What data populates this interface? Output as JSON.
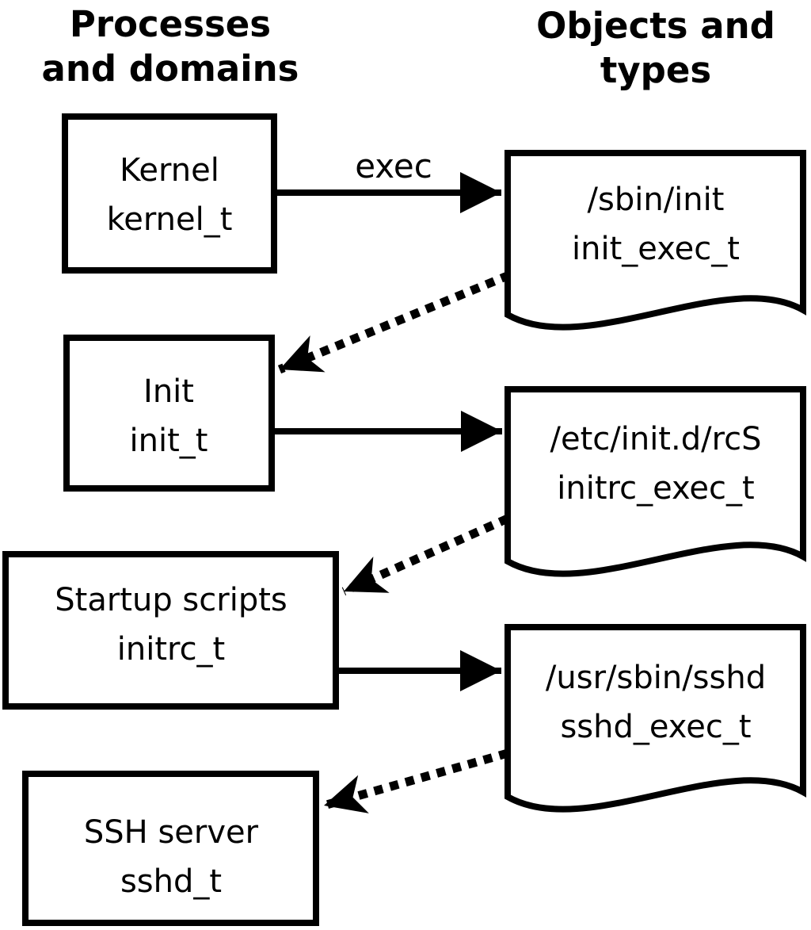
{
  "columns": {
    "left": {
      "title_line1": "Processes",
      "title_line2": "and domains"
    },
    "right": {
      "title_line1": "Objects and",
      "title_line2": "types"
    }
  },
  "processes": [
    {
      "label": "Kernel",
      "type": "kernel_t"
    },
    {
      "label": "Init",
      "type": "init_t"
    },
    {
      "label": "Startup scripts",
      "type": "initrc_t"
    },
    {
      "label": "SSH server",
      "type": "sshd_t"
    }
  ],
  "objects": [
    {
      "path": "/sbin/init",
      "type": "init_exec_t"
    },
    {
      "path": "/etc/init.d/rcS",
      "type": "initrc_exec_t"
    },
    {
      "path": "/usr/sbin/sshd",
      "type": "sshd_exec_t"
    }
  ],
  "edges": {
    "exec_label": "exec"
  },
  "colors": {
    "line": "#000000",
    "shape_fill": "#ffffff",
    "background": "#ffffff",
    "text": "#000000"
  }
}
